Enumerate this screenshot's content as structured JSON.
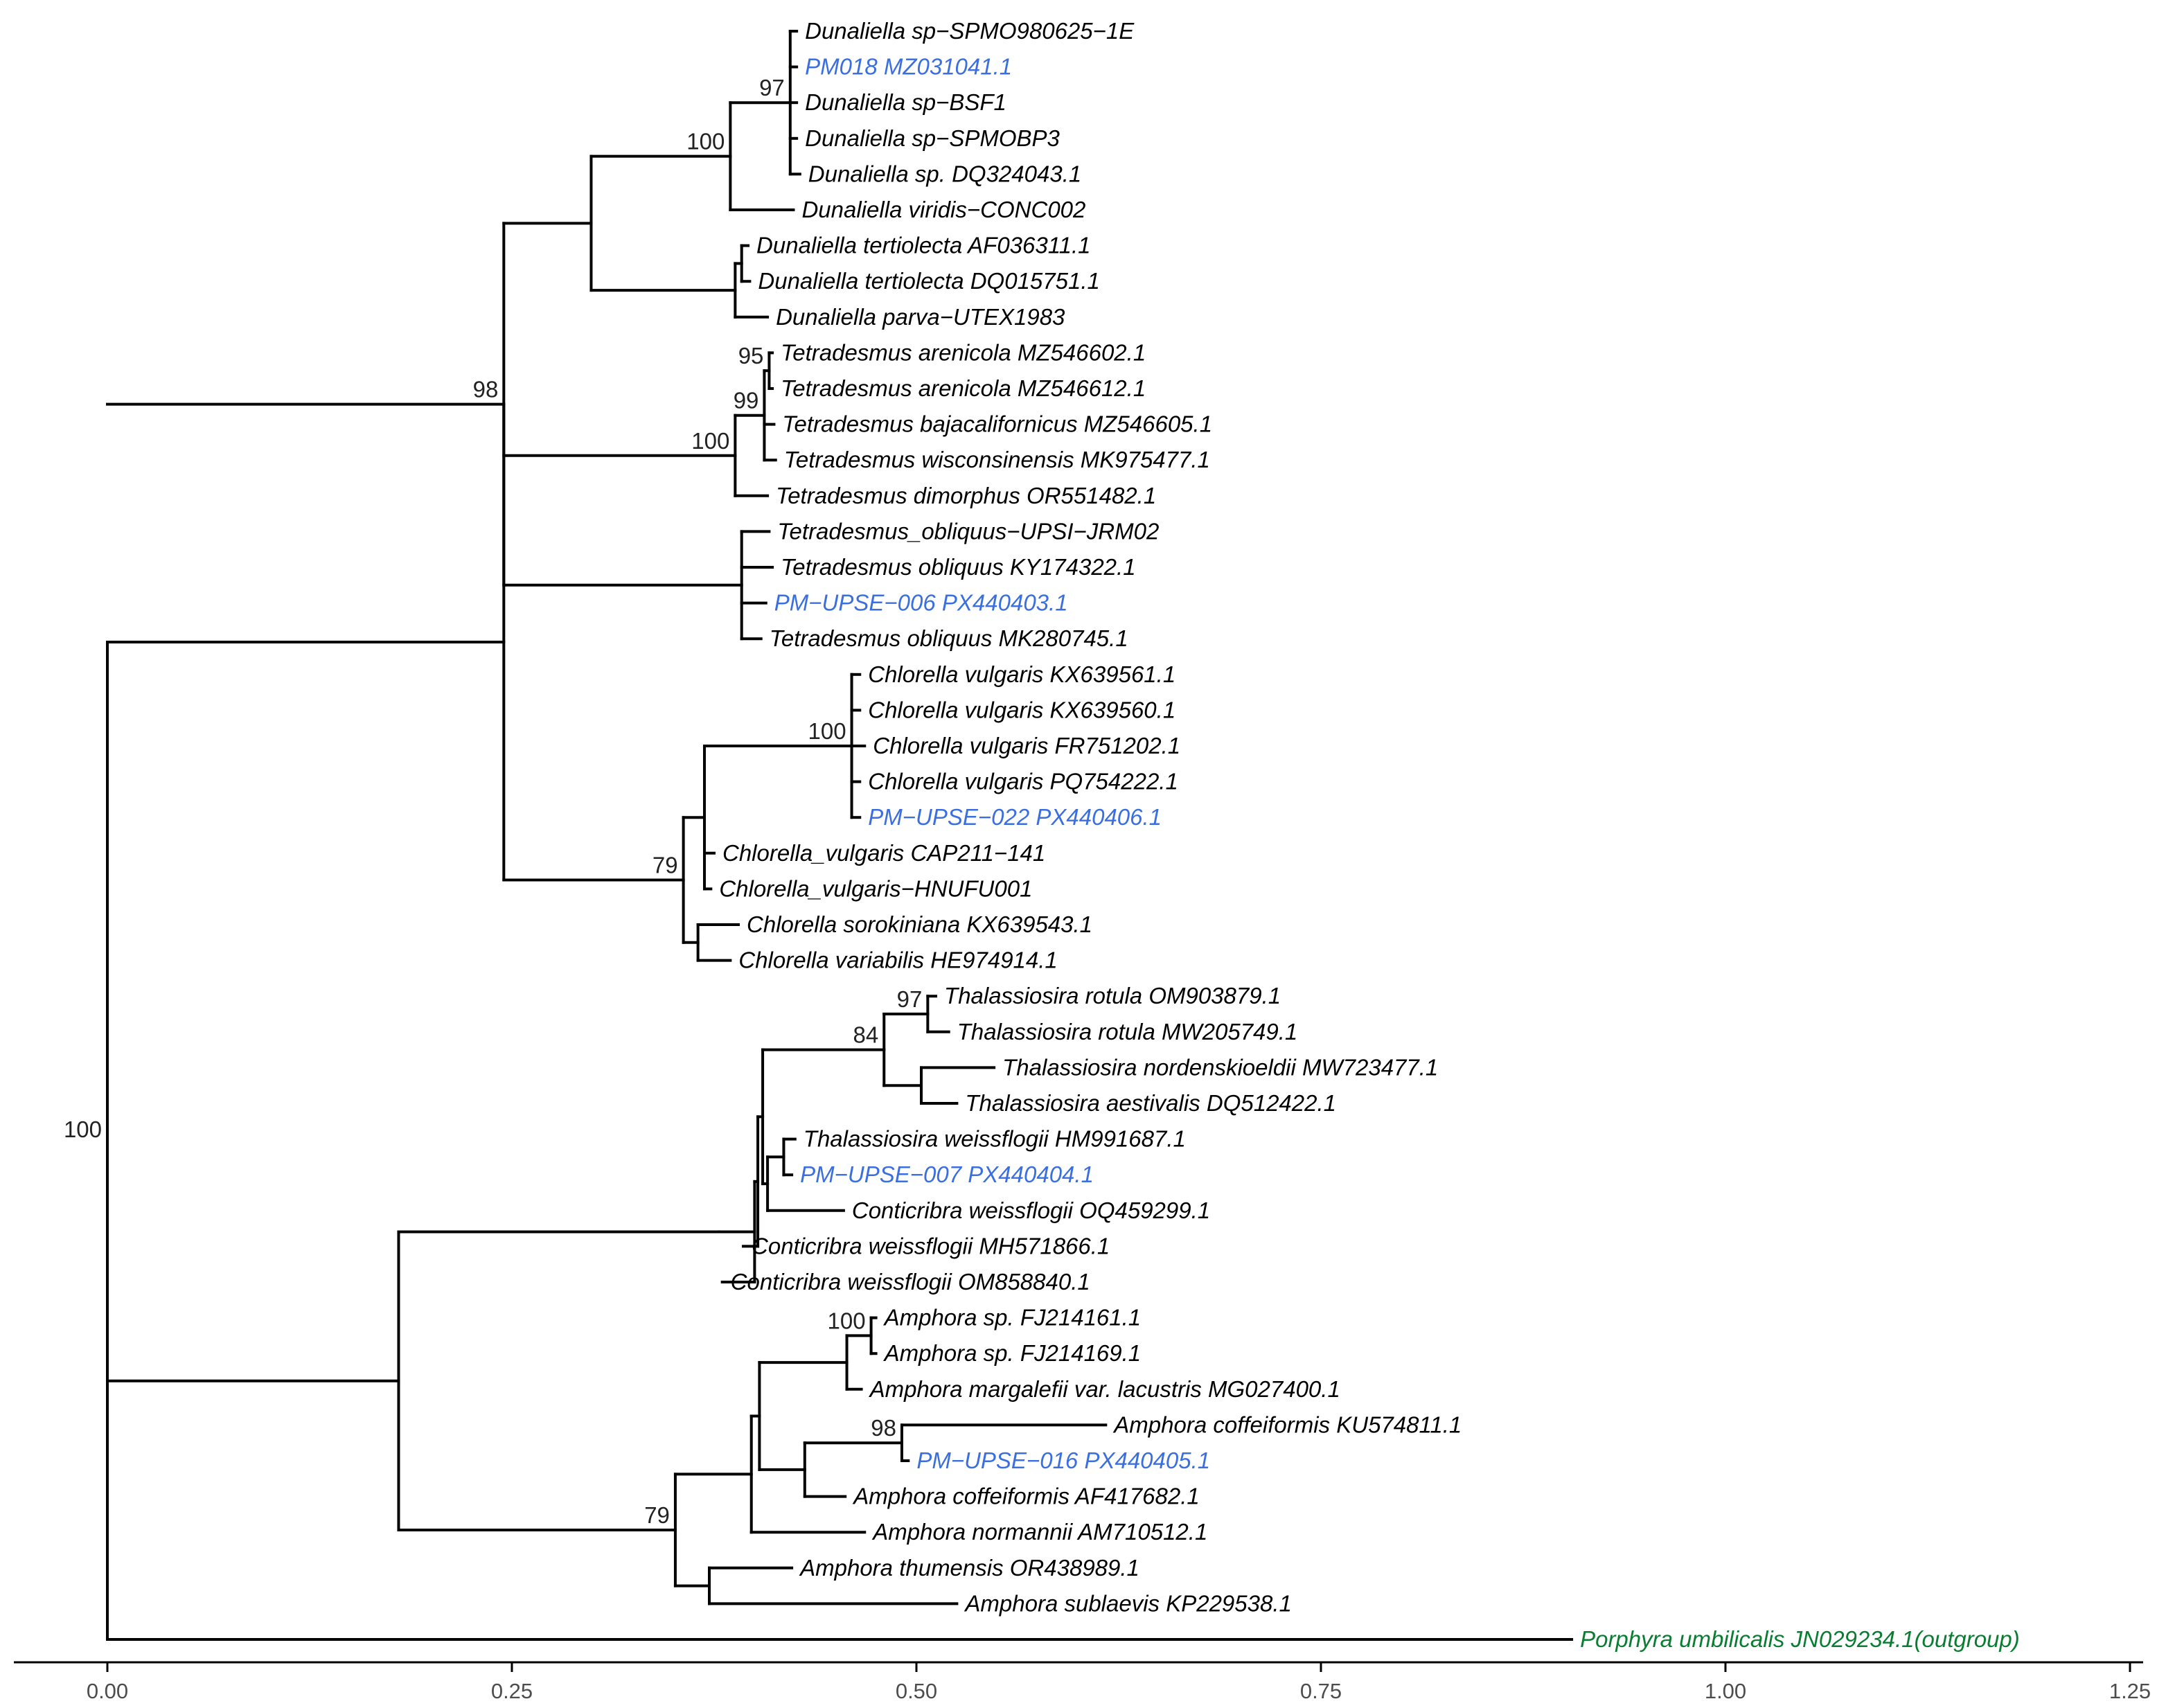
{
  "colors": {
    "default": "#000000",
    "study": "#3b6fe0",
    "outgroup": "#0a7d32",
    "axis": "#000000",
    "tick_label": "#4d4d4d"
  },
  "axis": {
    "xlim": [
      0,
      1.25
    ],
    "ticks": [
      {
        "value": 0.0,
        "label": "0.00"
      },
      {
        "value": 0.25,
        "label": "0.25"
      },
      {
        "value": 0.5,
        "label": "0.50"
      },
      {
        "value": 0.75,
        "label": "0.75"
      },
      {
        "value": 1.0,
        "label": "1.00"
      },
      {
        "value": 1.25,
        "label": "1.25"
      }
    ]
  },
  "tree": {
    "d": 0,
    "sup": "100",
    "c": [
      {
        "d": 0.245,
        "sup": "98",
        "c": [
          {
            "d": 0.299,
            "c": [
              {
                "d": 0.385,
                "sup": "100",
                "c": [
                  {
                    "d": 0.422,
                    "sup": "97",
                    "c": [
                      {
                        "d": 0.426,
                        "l": "Dunaliella sp−SPMO980625−1E"
                      },
                      {
                        "d": 0.426,
                        "l": "PM018 MZ031041.1",
                        "s": "study"
                      },
                      {
                        "d": 0.426,
                        "l": "Dunaliella sp−BSF1"
                      },
                      {
                        "d": 0.426,
                        "l": "Dunaliella sp−SPMOBP3"
                      },
                      {
                        "d": 0.428,
                        "l": "Dunaliella sp. DQ324043.1"
                      }
                    ]
                  },
                  {
                    "d": 0.424,
                    "l": "Dunaliella viridis−CONC002"
                  }
                ]
              },
              {
                "d": 0.388,
                "c": [
                  {
                    "d": 0.392,
                    "c": [
                      {
                        "d": 0.396,
                        "l": "Dunaliella tertiolecta AF036311.1"
                      },
                      {
                        "d": 0.397,
                        "l": "Dunaliella tertiolecta DQ015751.1"
                      }
                    ]
                  },
                  {
                    "d": 0.408,
                    "l": "Dunaliella parva−UTEX1983"
                  }
                ]
              }
            ]
          },
          {
            "d": 0.388,
            "sup": "100",
            "c": [
              {
                "d": 0.406,
                "sup": "99",
                "c": [
                  {
                    "d": 0.409,
                    "sup": "95",
                    "c": [
                      {
                        "d": 0.411,
                        "l": "Tetradesmus arenicola MZ546602.1"
                      },
                      {
                        "d": 0.411,
                        "l": "Tetradesmus arenicola MZ546612.1"
                      }
                    ]
                  },
                  {
                    "d": 0.412,
                    "l": "Tetradesmus bajacalifornicus MZ546605.1"
                  },
                  {
                    "d": 0.413,
                    "l": "Tetradesmus wisconsinensis MK975477.1"
                  }
                ]
              },
              {
                "d": 0.408,
                "l": "Tetradesmus dimorphus OR551482.1"
              }
            ]
          },
          {
            "d": 0.392,
            "c": [
              {
                "d": 0.409,
                "l": "Tetradesmus_obliquus−UPSI−JRM02"
              },
              {
                "d": 0.411,
                "l": "Tetradesmus obliquus KY174322.1"
              },
              {
                "d": 0.407,
                "l": "PM−UPSE−006 PX440403.1",
                "s": "study"
              },
              {
                "d": 0.404,
                "l": "Tetradesmus obliquus MK280745.1"
              }
            ]
          }
        ]
      },
      {
        "d": 0.356,
        "sup": "79",
        "c": [
          {
            "d": 0.369,
            "c": [
              {
                "d": 0.46,
                "sup": "100",
                "c": [
                  {
                    "d": 0.465,
                    "l": "Chlorella vulgaris KX639561.1"
                  },
                  {
                    "d": 0.465,
                    "l": "Chlorella vulgaris KX639560.1"
                  },
                  {
                    "d": 0.468,
                    "l": "Chlorella vulgaris FR751202.1"
                  },
                  {
                    "d": 0.465,
                    "l": "Chlorella vulgaris PQ754222.1"
                  },
                  {
                    "d": 0.465,
                    "l": "PM−UPSE−022 PX440406.1",
                    "s": "study"
                  }
                ]
              },
              {
                "d": 0.375,
                "l": "Chlorella_vulgaris CAP211−141"
              },
              {
                "d": 0.373,
                "l": "Chlorella_vulgaris−HNUFU001"
              }
            ]
          },
          {
            "d": 0.365,
            "c": [
              {
                "d": 0.39,
                "l": "Chlorella sorokiniana KX639543.1"
              },
              {
                "d": 0.385,
                "l": "Chlorella variabilis HE974914.1"
              }
            ]
          }
        ]
      }
    ]
  },
  "tree2": {
    "d": 0.18,
    "c": [
      {
        "d": 0.378,
        "c": [
          {
            "d": 0.4,
            "c": [
              {
                "d": 0.402,
                "c": [
                  {
                    "d": 0.405,
                    "c": [
                      {
                        "d": 0.48,
                        "sup": "84",
                        "c": [
                          {
                            "d": 0.507,
                            "sup": "97",
                            "c": [
                              {
                                "d": 0.512,
                                "l": "Thalassiosira rotula OM903879.1"
                              },
                              {
                                "d": 0.52,
                                "l": "Thalassiosira rotula MW205749.1"
                              }
                            ]
                          },
                          {
                            "d": 0.503,
                            "c": [
                              {
                                "d": 0.548,
                                "l": "Thalassiosira nordenskioeldii MW723477.1"
                              },
                              {
                                "d": 0.525,
                                "l": "Thalassiosira aestivalis DQ512422.1"
                              }
                            ]
                          }
                        ]
                      },
                      {
                        "d": 0.408,
                        "c": [
                          {
                            "d": 0.418,
                            "c": [
                              {
                                "d": 0.425,
                                "l": "Thalassiosira weissflogii HM991687.1"
                              },
                              {
                                "d": 0.423,
                                "l": "PM−UPSE−007 PX440404.1",
                                "s": "study"
                              }
                            ]
                          },
                          {
                            "d": 0.455,
                            "l": "Conticribra weissflogii OQ459299.1"
                          }
                        ]
                      }
                    ]
                  },
                  {
                    "d": 0.393,
                    "l": "Conticribra weissflogii MH571866.1"
                  }
                ]
              },
              {
                "d": 0.38,
                "l": "Conticribra weissflogii OM858840.1"
              }
            ]
          }
        ]
      },
      {
        "d": 0.351,
        "sup": "79",
        "c": [
          {
            "d": 0.398,
            "c": [
              {
                "d": 0.403,
                "c": [
                  {
                    "d": 0.457,
                    "c": [
                      {
                        "d": 0.472,
                        "sup": "100",
                        "c": [
                          {
                            "d": 0.475,
                            "l": "Amphora sp. FJ214161.1"
                          },
                          {
                            "d": 0.475,
                            "l": "Amphora sp. FJ214169.1"
                          }
                        ]
                      },
                      {
                        "d": 0.466,
                        "l": "Amphora margalefii var. lacustris MG027400.1"
                      }
                    ]
                  },
                  {
                    "d": 0.431,
                    "c": [
                      {
                        "d": 0.491,
                        "sup": "98",
                        "c": [
                          {
                            "d": 0.617,
                            "l": "Amphora coffeiformis KU574811.1"
                          },
                          {
                            "d": 0.495,
                            "l": "PM−UPSE−016 PX440405.1",
                            "s": "study"
                          }
                        ]
                      },
                      {
                        "d": 0.456,
                        "l": "Amphora coffeiformis AF417682.1"
                      }
                    ]
                  }
                ]
              },
              {
                "d": 0.468,
                "l": "Amphora normannii AM710512.1"
              }
            ]
          },
          {
            "d": 0.372,
            "c": [
              {
                "d": 0.423,
                "l": "Amphora thumensis OR438989.1"
              },
              {
                "d": 0.525,
                "l": "Amphora sublaevis KP229538.1"
              }
            ]
          }
        ]
      }
    ]
  },
  "outgroup": {
    "d": 0.905,
    "l": "Porphyra umbilicalis JN029234.1(outgroup)",
    "s": "outgroup"
  }
}
